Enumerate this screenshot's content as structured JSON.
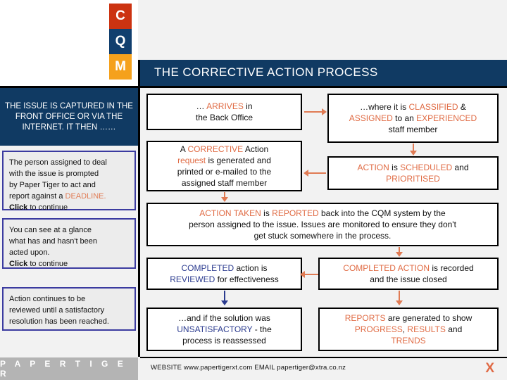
{
  "logo": {
    "letters": [
      {
        "char": "C",
        "color": "#cc3311"
      },
      {
        "char": "Q",
        "color": "#113f6e"
      },
      {
        "char": "M",
        "color": "#f5a11c"
      }
    ]
  },
  "header": {
    "title": "THE CORRECTIVE ACTION PROCESS",
    "background": "#103a63"
  },
  "sidebar": {
    "heading": "THE ISSUE IS CAPTURED IN THE FRONT OFFICE OR VIA THE INTERNET. IT THEN ……",
    "boxes": [
      {
        "line1": "The person assigned to deal",
        "line2": "with the issue is prompted",
        "line3": "by Paper Tiger to act and",
        "line4_pre": "report against a ",
        "line4_hl": "DEADLINE.",
        "line5_bold": "Click",
        "line5_rest": " to continue"
      },
      {
        "line1": "You can see at a glance",
        "line2": "what has and hasn't been",
        "line3": "acted upon.",
        "line5_bold": "Click",
        "line5_rest": " to continue"
      },
      {
        "line1": " Action continues to be",
        "line2": "reviewed until a satisfactory",
        "line3": "resolution has been reached."
      }
    ],
    "brand": "P A P E R   T I G E R"
  },
  "flow": {
    "box1": {
      "pre": "… ",
      "hl": "ARRIVES",
      "post": " in",
      "line2": "the Back Office"
    },
    "box2": {
      "l1_pre": "…where it is ",
      "l1_hl": "CLASSIFIED",
      "l1_post": " &",
      "l2_hl1": "ASSIGNED",
      "l2_mid": " to an ",
      "l2_hl2": "EXPERIENCED",
      "l3": "staff member"
    },
    "box3": {
      "l1_pre": "A ",
      "l1_hl": "CORRECTIVE",
      "l1_post": " Action",
      "l2_hl": "request",
      "l2_post": " is generated and",
      "l3": "printed or e-mailed to the",
      "l4": "assigned staff member"
    },
    "box4": {
      "hl1": "ACTION",
      "mid": " is ",
      "hl2": "SCHEDULED",
      "post": " and",
      "l2_hl": "PRIORITISED"
    },
    "box5": {
      "l1_hl1": "ACTION TAKEN",
      "l1_mid": " is ",
      "l1_hl2": "REPORTED",
      "l1_post": " back into the CQM system by the",
      "l2": "person assigned to the issue. Issues are monitored to ensure they don't",
      "l3": "get stuck somewhere in the process."
    },
    "box6": {
      "l1_hl": "COMPLETED",
      "l1_post": " action is",
      "l2_hl": "REVIEWED",
      "l2_post": " for effectiveness"
    },
    "box7": {
      "l1_hl": "COMPLETED ACTION",
      "l1_post": " is recorded",
      "l2": "and the issue closed"
    },
    "box8": {
      "l1": "…and if the solution was",
      "l2_hl": "UNSATISFACTORY",
      "l2_post": " - the",
      "l3": "process is reassessed"
    },
    "box9": {
      "l1_hl": "REPORTS",
      "l1_post": " are generated to show",
      "l2_hl1": "PROGRESS",
      "l2_comma": ", ",
      "l2_hl2": "RESULTS",
      "l2_post": " and",
      "l3_hl": "TRENDS"
    }
  },
  "footer": {
    "text": "WEBSITE  www.papertigerxt.com   EMAIL  papertiger@xtra.co.nz",
    "mark": "X"
  },
  "colors": {
    "navy": "#103a63",
    "orange_highlight": "#e06b44",
    "blue_highlight": "#2b3b8f",
    "arrow_orange": "#e07b54",
    "arrow_blue": "#2b3b8f",
    "box_border": "#3b3ba0"
  }
}
